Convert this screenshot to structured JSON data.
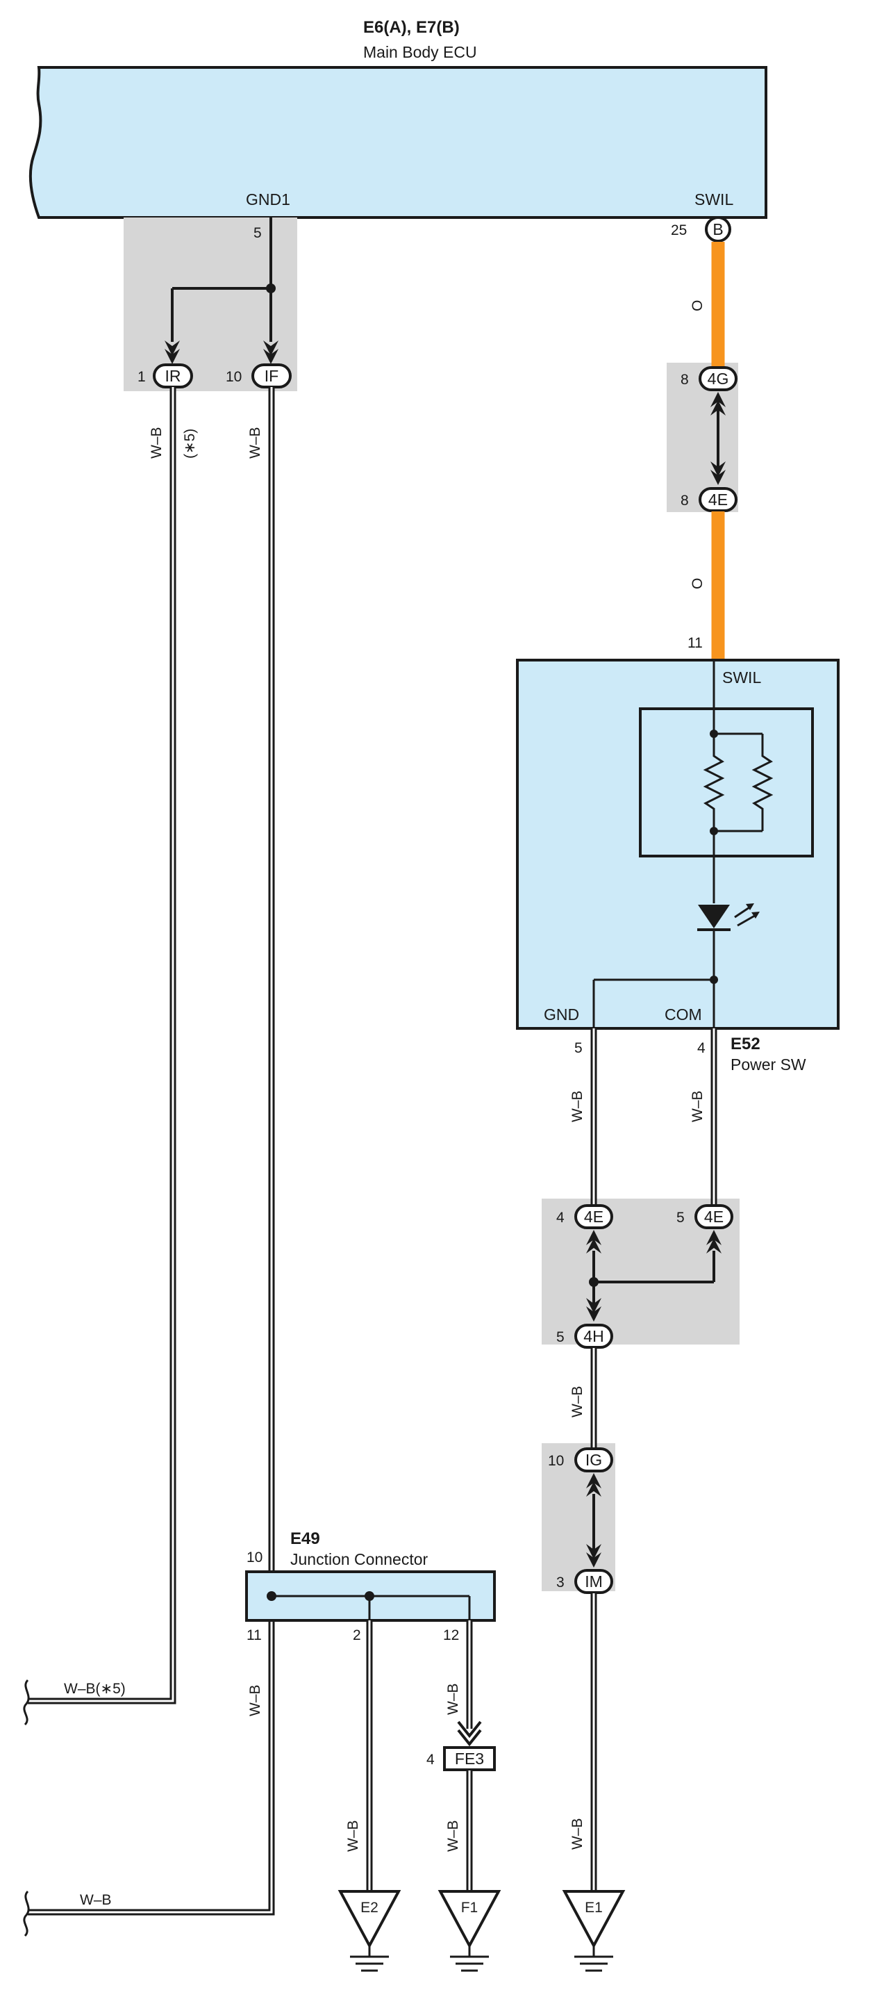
{
  "ecu": {
    "title": "E6(A), E7(B)",
    "subtitle": "Main Body ECU",
    "term_left": "GND1",
    "term_right": "SWIL",
    "pin_left": "5",
    "pin_right": "25",
    "conn_right": "B"
  },
  "connectors": {
    "IR": {
      "pin": "1",
      "name": "IR"
    },
    "IF": {
      "pin": "10",
      "name": "IF"
    },
    "G4G": {
      "pin": "8",
      "name": "4G"
    },
    "E4E_top": {
      "pin": "8",
      "name": "4E"
    },
    "E4E_l": {
      "pin": "4",
      "name": "4E"
    },
    "E4E_r": {
      "pin": "5",
      "name": "4E"
    },
    "H4H": {
      "pin": "5",
      "name": "4H"
    },
    "IG": {
      "pin": "10",
      "name": "IG"
    },
    "IM": {
      "pin": "3",
      "name": "IM"
    },
    "FE3": {
      "pin": "4",
      "name": "FE3"
    }
  },
  "wires": {
    "wb": "W–B",
    "wb5": "W–B(∗5)",
    "note5": "(∗5)",
    "orange": "O"
  },
  "power_sw": {
    "id": "E52",
    "name": "Power SW",
    "term_top": "SWIL",
    "term_gnd": "GND",
    "term_com": "COM",
    "pin_top": "11",
    "pin_gnd": "5",
    "pin_com": "4"
  },
  "junction": {
    "id": "E49",
    "name": "Junction Connector",
    "pin_in": "10",
    "pin_a": "11",
    "pin_b": "2",
    "pin_c": "12"
  },
  "grounds": {
    "e2": "E2",
    "f1": "F1",
    "e1": "E1"
  },
  "colors": {
    "ecu_fill": "#cdeaf8",
    "orange_wire": "#f7941d",
    "shade": "#d6d6d6",
    "wire": "#1a1a1a"
  }
}
